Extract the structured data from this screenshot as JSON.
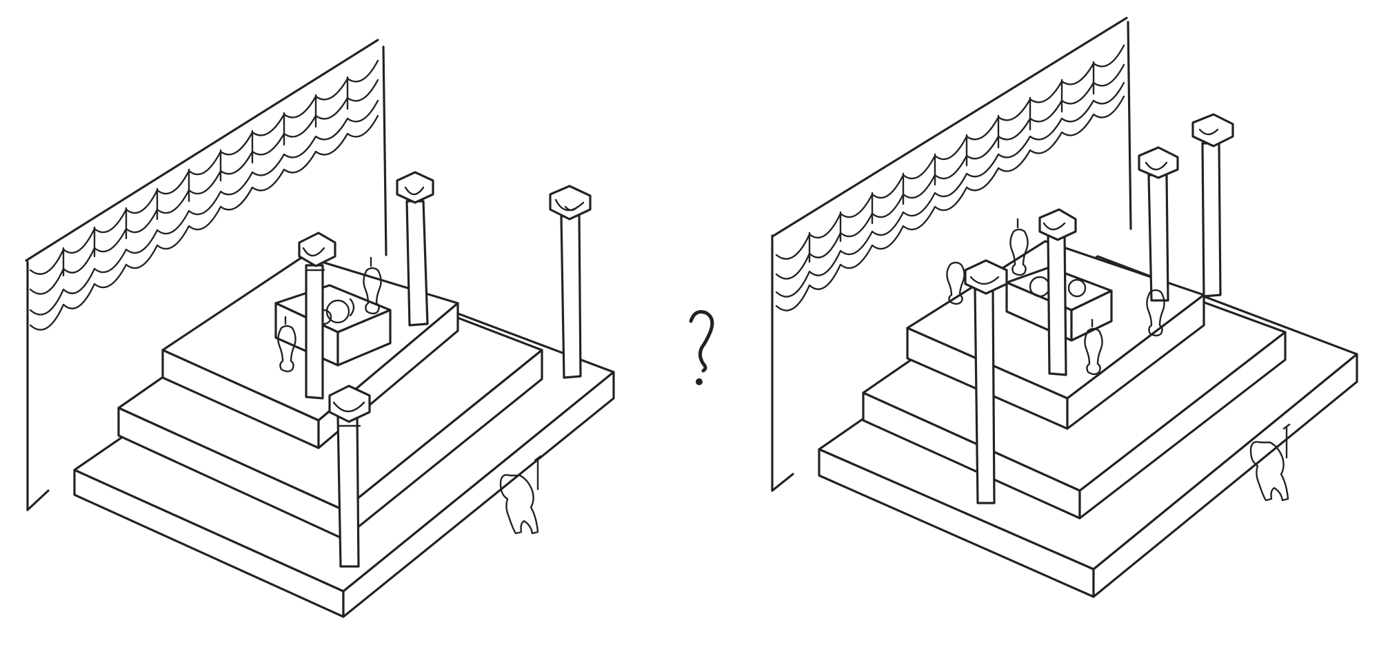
{
  "panels": [
    {
      "name": "left-sketch",
      "description_items": [
        "curtain",
        "stepped-platform",
        "pillars",
        "altar",
        "figures"
      ]
    },
    {
      "name": "right-sketch",
      "description_items": [
        "curtain",
        "stepped-platform",
        "pillars",
        "altar",
        "figures"
      ]
    }
  ],
  "separator_symbol": "?",
  "colors": {
    "ink": "#222222",
    "paper": "#ffffff"
  }
}
